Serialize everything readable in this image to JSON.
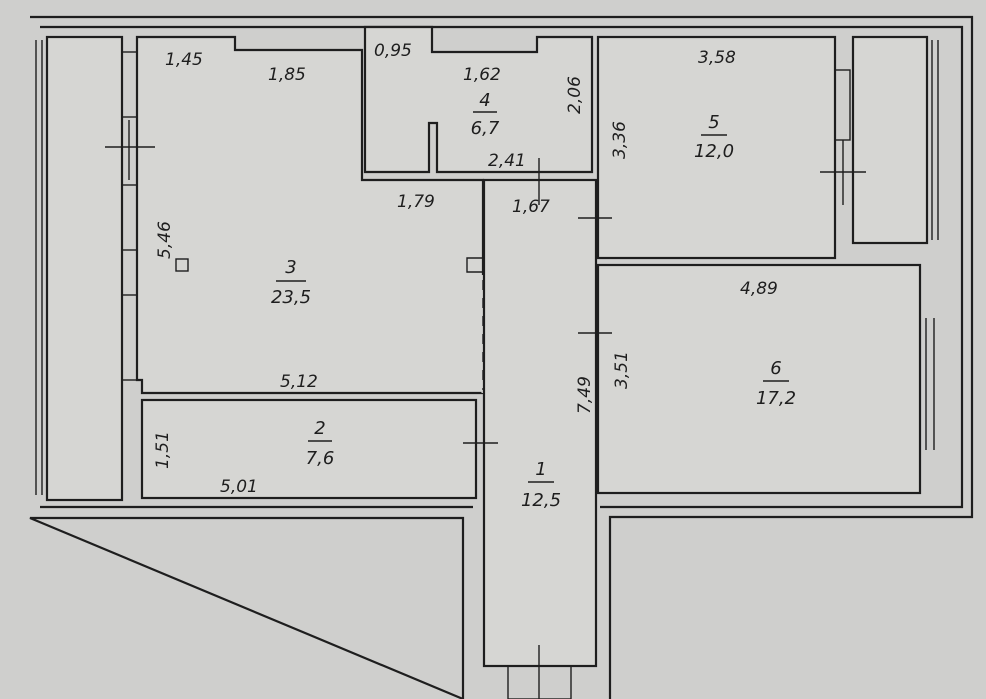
{
  "rooms": [
    {
      "number": "1",
      "area": "12,5"
    },
    {
      "number": "2",
      "area": "7,6"
    },
    {
      "number": "3",
      "area": "23,5"
    },
    {
      "number": "4",
      "area": "6,7"
    },
    {
      "number": "5",
      "area": "12,0"
    },
    {
      "number": "6",
      "area": "17,2"
    }
  ],
  "dimensions": {
    "r3_top_left": "1,45",
    "r3_top": "1,85",
    "r3_inner": "1,79",
    "r3_side": "5,46",
    "r3_bottom": "5,12",
    "r4_left": "0,95",
    "r4_top": "1,62",
    "r4_side": "2,06",
    "r4_bottom": "2,41",
    "r1_top": "1,67",
    "r1_side": "7,49",
    "r5_top": "3,58",
    "r5_side": "3,36",
    "r6_top": "4,89",
    "r6_side": "3,51",
    "r2_side": "1,51",
    "r2_bottom": "5,01"
  }
}
